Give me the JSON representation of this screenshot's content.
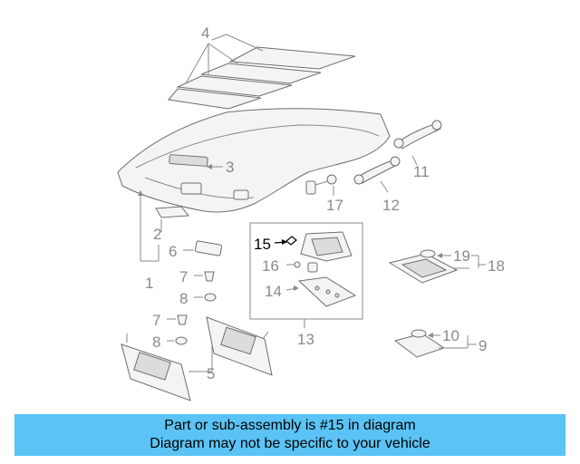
{
  "callouts": {
    "c1": "1",
    "c2": "2",
    "c3": "3",
    "c4": "4",
    "c5": "5",
    "c6": "6",
    "c7": "7",
    "c8": "8",
    "c9": "9",
    "c10": "10",
    "c11": "11",
    "c12": "12",
    "c13": "13",
    "c14": "14",
    "c15": "15",
    "c16": "16",
    "c17": "17",
    "c18": "18",
    "c19": "19"
  },
  "highlighted_part": "15",
  "banner": {
    "line1": "Part or sub-assembly is #15 in diagram",
    "line2": "Diagram may not be specific to your vehicle",
    "background": "#5bc3f5"
  }
}
